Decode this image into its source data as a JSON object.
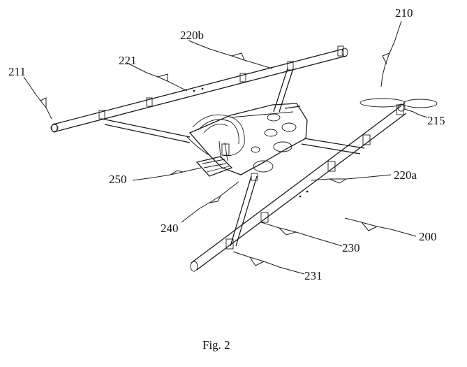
{
  "figure": {
    "caption": "Fig. 2",
    "labels": {
      "l210": "210",
      "l211": "211",
      "l215": "215",
      "l200": "200",
      "l220a": "220a",
      "l220b": "220b",
      "l221": "221",
      "l230": "230",
      "l231": "231",
      "l240": "240",
      "l250": "250"
    }
  }
}
